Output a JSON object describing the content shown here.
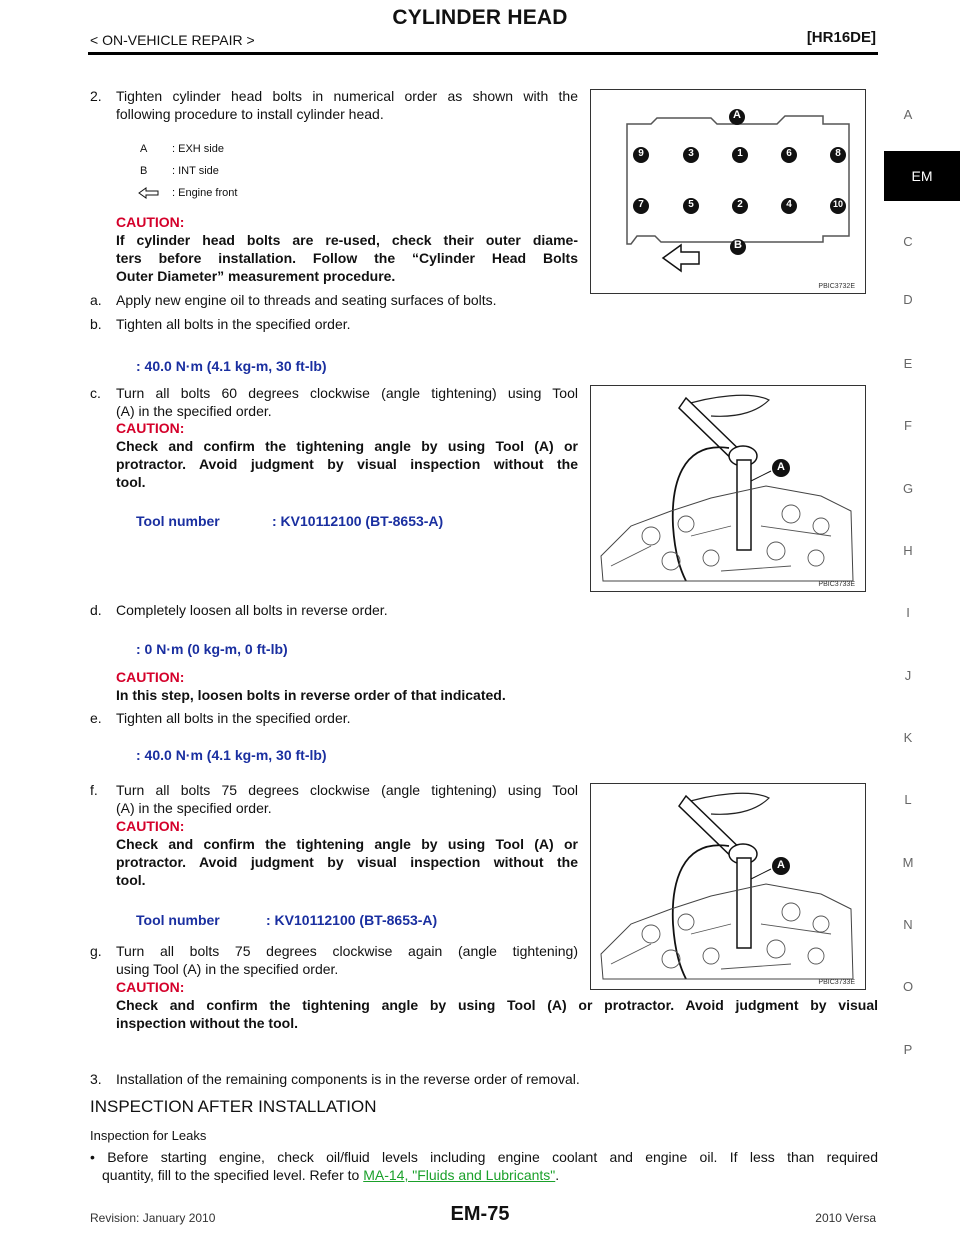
{
  "header": {
    "title": "CYLINDER HEAD",
    "section": "< ON-VEHICLE REPAIR >",
    "engine": "[HR16DE]"
  },
  "side_index": {
    "letters": [
      "A",
      "C",
      "D",
      "E",
      "F",
      "G",
      "H",
      "I",
      "J",
      "K",
      "L",
      "M",
      "N",
      "O",
      "P"
    ],
    "active": "EM"
  },
  "step2": {
    "num": "2.",
    "line1": "Tighten cylinder head bolts in numerical order as shown with the",
    "line2": "following procedure to install cylinder head.",
    "caution_label": "CAUTION:",
    "caution_l1": "If cylinder head bolts are re-used, check their outer diame-",
    "caution_l2": "ters before installation. Follow the “Cylinder Head Bolts",
    "caution_l3": "Outer Diameter” measurement procedure."
  },
  "figure1": {
    "legend": [
      {
        "key": "A",
        "text": ": EXH side"
      },
      {
        "key": "B",
        "text": ": INT side"
      },
      {
        "key": "arrow",
        "text": ": Engine front"
      }
    ],
    "label_a": "A",
    "label_b": "B",
    "top_row": [
      "9",
      "3",
      "1",
      "6",
      "8"
    ],
    "bottom_row": [
      "7",
      "5",
      "2",
      "4",
      "10"
    ],
    "code": "PBIC3732E"
  },
  "sub_a": {
    "mark": "a.",
    "text": "Apply new engine oil to threads and seating surfaces of bolts."
  },
  "sub_b": {
    "mark": "b.",
    "text": "Tighten all bolts in the specified order.",
    "spec": ": 40.0 N·m (4.1 kg-m, 30 ft-lb)"
  },
  "sub_c": {
    "mark": "c.",
    "line1": "Turn all bolts 60 degrees clockwise (angle tightening) using Tool",
    "line2": "(A) in the specified order.",
    "caution_label": "CAUTION:",
    "caution_l1": "Check and confirm the tightening angle by using Tool (A) or",
    "caution_l2": "protractor. Avoid judgment by visual inspection without the",
    "caution_l3": "tool.",
    "tool_label": "Tool number",
    "tool_value": ": KV10112100 (BT-8653-A)"
  },
  "figure2": {
    "label": "A",
    "code": "PBIC3733E"
  },
  "sub_d": {
    "mark": "d.",
    "text": "Completely loosen all bolts in reverse order.",
    "spec": ": 0 N·m (0 kg-m, 0 ft-lb)",
    "caution_label": "CAUTION:",
    "caution_l1": "In this step, loosen bolts in reverse order of that indicated."
  },
  "sub_e": {
    "mark": "e.",
    "text": "Tighten all bolts in the specified order.",
    "spec": ": 40.0 N·m (4.1 kg-m, 30 ft-lb)"
  },
  "sub_f": {
    "mark": "f.",
    "line1": "Turn all bolts 75 degrees clockwise (angle tightening) using Tool",
    "line2": "(A) in the specified order.",
    "caution_label": "CAUTION:",
    "caution_l1": "Check and confirm the tightening angle by using Tool (A) or",
    "caution_l2": "protractor. Avoid judgment by visual inspection without the",
    "caution_l3": "tool.",
    "tool_label": "Tool number",
    "tool_value": ": KV10112100 (BT-8653-A)"
  },
  "figure3": {
    "label": "A",
    "code": "PBIC3733E"
  },
  "sub_g": {
    "mark": "g.",
    "line1": "Turn all bolts 75 degrees clockwise again (angle tightening)",
    "line2": "using Tool (A) in the specified order.",
    "caution_label": "CAUTION:",
    "caution_l1": "Check and confirm the tightening angle by using Tool (A) or protractor. Avoid judgment by visual",
    "caution_l2": "inspection without the tool."
  },
  "step3": {
    "num": "3.",
    "text": "Installation of the remaining components is in the reverse order of removal."
  },
  "inspection": {
    "heading": "INSPECTION AFTER INSTALLATION",
    "subheading": "Inspection for Leaks",
    "bullet_l1": "• Before starting engine, check oil/fluid levels including engine coolant and engine oil. If less than required",
    "bullet_l2_pre": "quantity, fill to the specified level. Refer to ",
    "link": "MA-14, \"Fluids and Lubricants\"",
    "bullet_l2_post": "."
  },
  "footer": {
    "revision": "Revision: January 2010",
    "page": "EM-75",
    "model": "2010 Versa"
  }
}
